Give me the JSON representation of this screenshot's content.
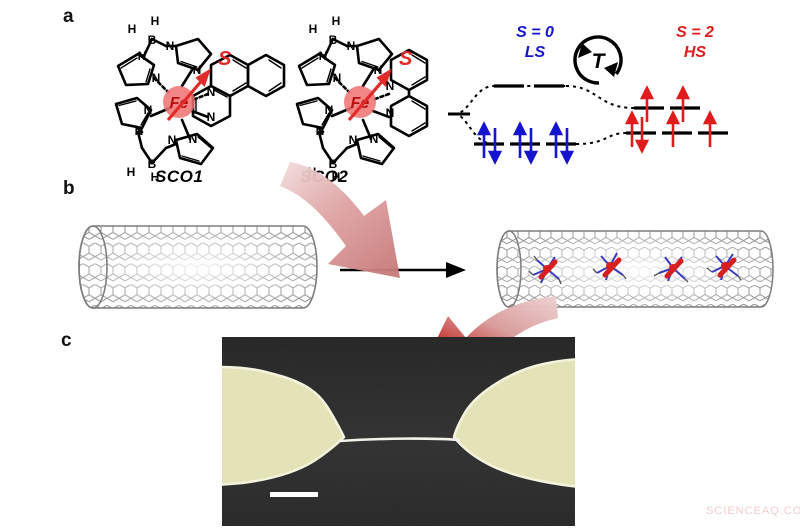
{
  "figure": {
    "domain": "scientific-figure",
    "panels": [
      {
        "id": "a",
        "label": "a"
      },
      {
        "id": "b",
        "label": "b"
      },
      {
        "id": "c",
        "label": "c"
      }
    ],
    "watermark": "SCIENCEAQ.COM"
  },
  "panel_a": {
    "molecules": [
      {
        "name": "SCO1",
        "center_atom": "Fe",
        "spin_label": "S",
        "ligand_atoms": [
          "B",
          "N",
          "H"
        ],
        "description": "Fe(II) complex with two tris(pyrazolyl)borate arms and a phenanthroline ligand"
      },
      {
        "name": "SCO2",
        "center_atom": "Fe",
        "spin_label": "S",
        "ligand_atoms": [
          "B",
          "N",
          "H"
        ],
        "description": "Fe(II) complex with two tris(pyrazolyl)borate arms and a bipyridine ligand"
      }
    ],
    "spin_diagram": {
      "low_spin": {
        "spin_value": "S = 0",
        "state": "LS",
        "color": "#1515cf",
        "upper_levels": 2,
        "upper_electrons": [
          0,
          0
        ],
        "lower_levels": 3,
        "lower_electrons": [
          2,
          2,
          2
        ]
      },
      "high_spin": {
        "spin_value": "S = 2",
        "state": "HS",
        "color": "#e01b1b",
        "upper_levels": 2,
        "upper_electrons": [
          1,
          1
        ],
        "lower_levels": 3,
        "lower_electrons": [
          2,
          1,
          1
        ]
      },
      "transition_label": "T"
    }
  },
  "panel_b": {
    "left_tube": {
      "name": "empty-carbon-nanotube",
      "filled": false
    },
    "right_tube": {
      "name": "filled-carbon-nanotube",
      "filled": true,
      "molecule_count": 4
    },
    "arrow": {
      "name": "encapsulation-arrow",
      "direction": "right"
    }
  },
  "panel_c": {
    "sem": {
      "caption": "",
      "electrode_color": "#e4e3b8",
      "background_color": "#2b2b2b",
      "nanotube_bridge": true,
      "scale_bar": true
    }
  },
  "arrows": {
    "pink_a_to_b": {
      "name": "molecule-to-tube-arrow",
      "color": "#d28a8a"
    },
    "pink_b_to_c": {
      "name": "tube-to-device-arrow",
      "color": "#c9201a"
    }
  },
  "colors": {
    "iron_red": "#e02b2b",
    "ls_blue": "#1515cf",
    "hs_red": "#e01b1b",
    "pink_arrow": "#d58c8c",
    "deep_red_arrow": "#c0120f",
    "nanotube_gray": "#8a8a8a",
    "electrode_yellow": "#e4e3b8"
  }
}
